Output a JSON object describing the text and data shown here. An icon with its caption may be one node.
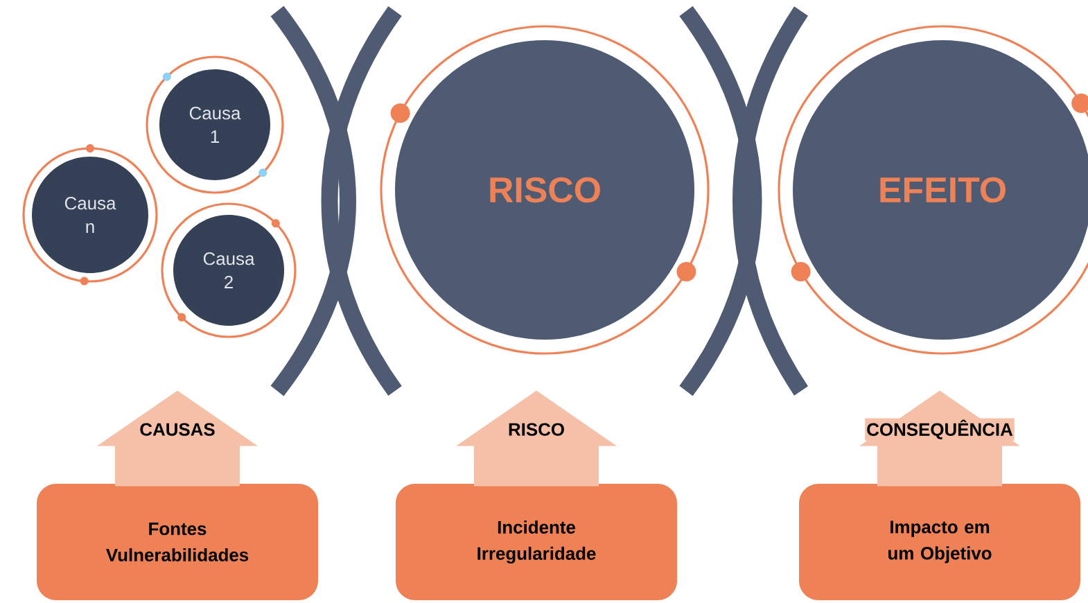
{
  "diagram": {
    "nodes": [
      {
        "text": [
          "Causa n"
        ]
      },
      {
        "text": [
          "Causa 1"
        ]
      },
      {
        "text": [
          "Causa 2"
        ]
      },
      {
        "text": [
          "RISCO"
        ]
      },
      {
        "text": [
          "EFEITO"
        ]
      },
      {
        "text": [
          "Fontes Vulnerabilidades"
        ]
      },
      {
        "text": [
          "Incidente Irregularidade"
        ]
      },
      {
        "text": [
          "Impacto em um Objetivo"
        ]
      }
    ],
    "edges": [
      {
        "from": 5,
        "to": null,
        "arrow": "to",
        "label": "CAUSAS"
      },
      {
        "from": 6,
        "to": null,
        "arrow": "to",
        "label": "RISCO"
      },
      {
        "from": 7,
        "to": null,
        "arrow": "to",
        "label": "CONSEQUÊNCIA"
      }
    ]
  }
}
